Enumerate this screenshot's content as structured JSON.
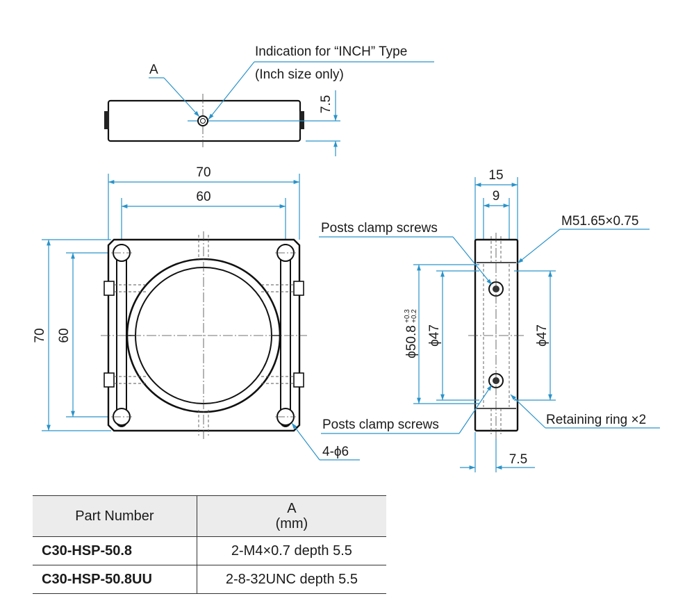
{
  "annotations": {
    "label_a": "A",
    "inch_indication": "Indication for “INCH” Type",
    "inch_size_only": "(Inch size only)",
    "posts_clamp_screws_top": "Posts clamp screws",
    "posts_clamp_screws_bottom": "Posts clamp screws",
    "thread": "M51.65×0.75",
    "retaining_ring": "Retaining ring ×2",
    "holes": "4-ϕ6"
  },
  "dimensions": {
    "top_view_height": "7.5",
    "width_outer": "70",
    "width_inner": "60",
    "height_outer": "70",
    "height_inner": "60",
    "side_width": "15",
    "side_inner": "9",
    "bore_diameter": "ϕ50.8",
    "bore_tol_upper": "+0.3",
    "bore_tol_lower": "+0.2",
    "ring_left": "ϕ47",
    "ring_right": "ϕ47",
    "side_offset": "7.5"
  },
  "table": {
    "header_part": "Part Number",
    "header_a": "A",
    "header_a_unit": "(mm)",
    "rows": [
      {
        "part": "C30-HSP-50.8",
        "a": "2-M4×0.7 depth 5.5"
      },
      {
        "part": "C30-HSP-50.8UU",
        "a": "2-8-32UNC depth 5.5"
      }
    ]
  },
  "colors": {
    "leader": "#2a93c9",
    "outline": "#111111",
    "table_header_bg": "#ececec"
  }
}
